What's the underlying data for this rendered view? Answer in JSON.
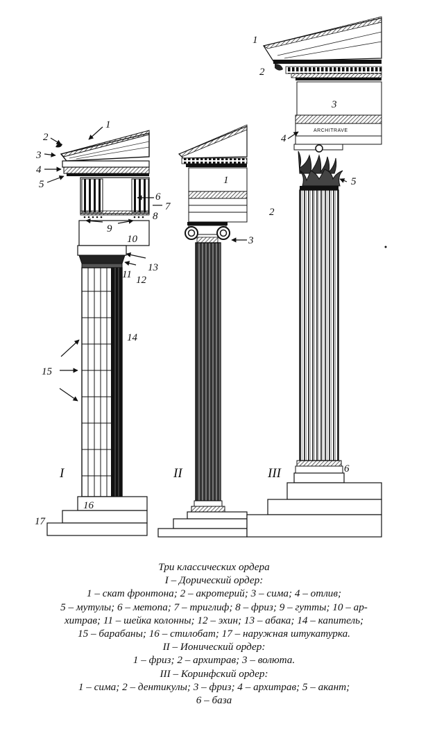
{
  "labels": {
    "doric": {
      "roman": "I",
      "n1": "1",
      "n2": "2",
      "n3": "3",
      "n4": "4",
      "n5": "5",
      "n6": "6",
      "n7": "7",
      "n8": "8",
      "n9": "9",
      "n10": "10",
      "n11": "11",
      "n12": "12",
      "n13": "13",
      "n14": "14",
      "n15": "15",
      "n16": "16",
      "n17": "17"
    },
    "ionic": {
      "roman": "II",
      "n1": "1",
      "n2": "2",
      "n3": "3"
    },
    "corinthian": {
      "roman": "III",
      "n1": "1",
      "n2": "2",
      "n3": "3",
      "n4": "4",
      "n5": "5",
      "n6": "6",
      "architrave_inscription": "ARCHITRAVE"
    }
  },
  "caption": {
    "title": "Три классических ордера",
    "doric_heading": "I – Дорический ордер:",
    "doric_line1": "1 – скат фронтона; 2 – акротерий; 3 – сима; 4 – отлив;",
    "doric_line2": "5 – мутулы; 6 – метопа; 7 – триглиф; 8 – фриз; 9 – гутты; 10 – ар-",
    "doric_line3": "хитрав; 11 – шейка колонны; 12 – эхин; 13 – абака; 14 – капитель;",
    "doric_line4": "15 – барабаны; 16 – стилобат; 17 – наружная штукатурка.",
    "ionic_heading": "II – Ионический ордер:",
    "ionic_line1": "1 – фриз; 2 – архитрав; 3 – волюта.",
    "corinthian_heading": "III – Коринфский ордер:",
    "corinthian_line1": "1 – сима; 2 – дентикулы; 3 – фриз; 4 – архитрав; 5 – акант;",
    "corinthian_line2": "6 – база"
  }
}
